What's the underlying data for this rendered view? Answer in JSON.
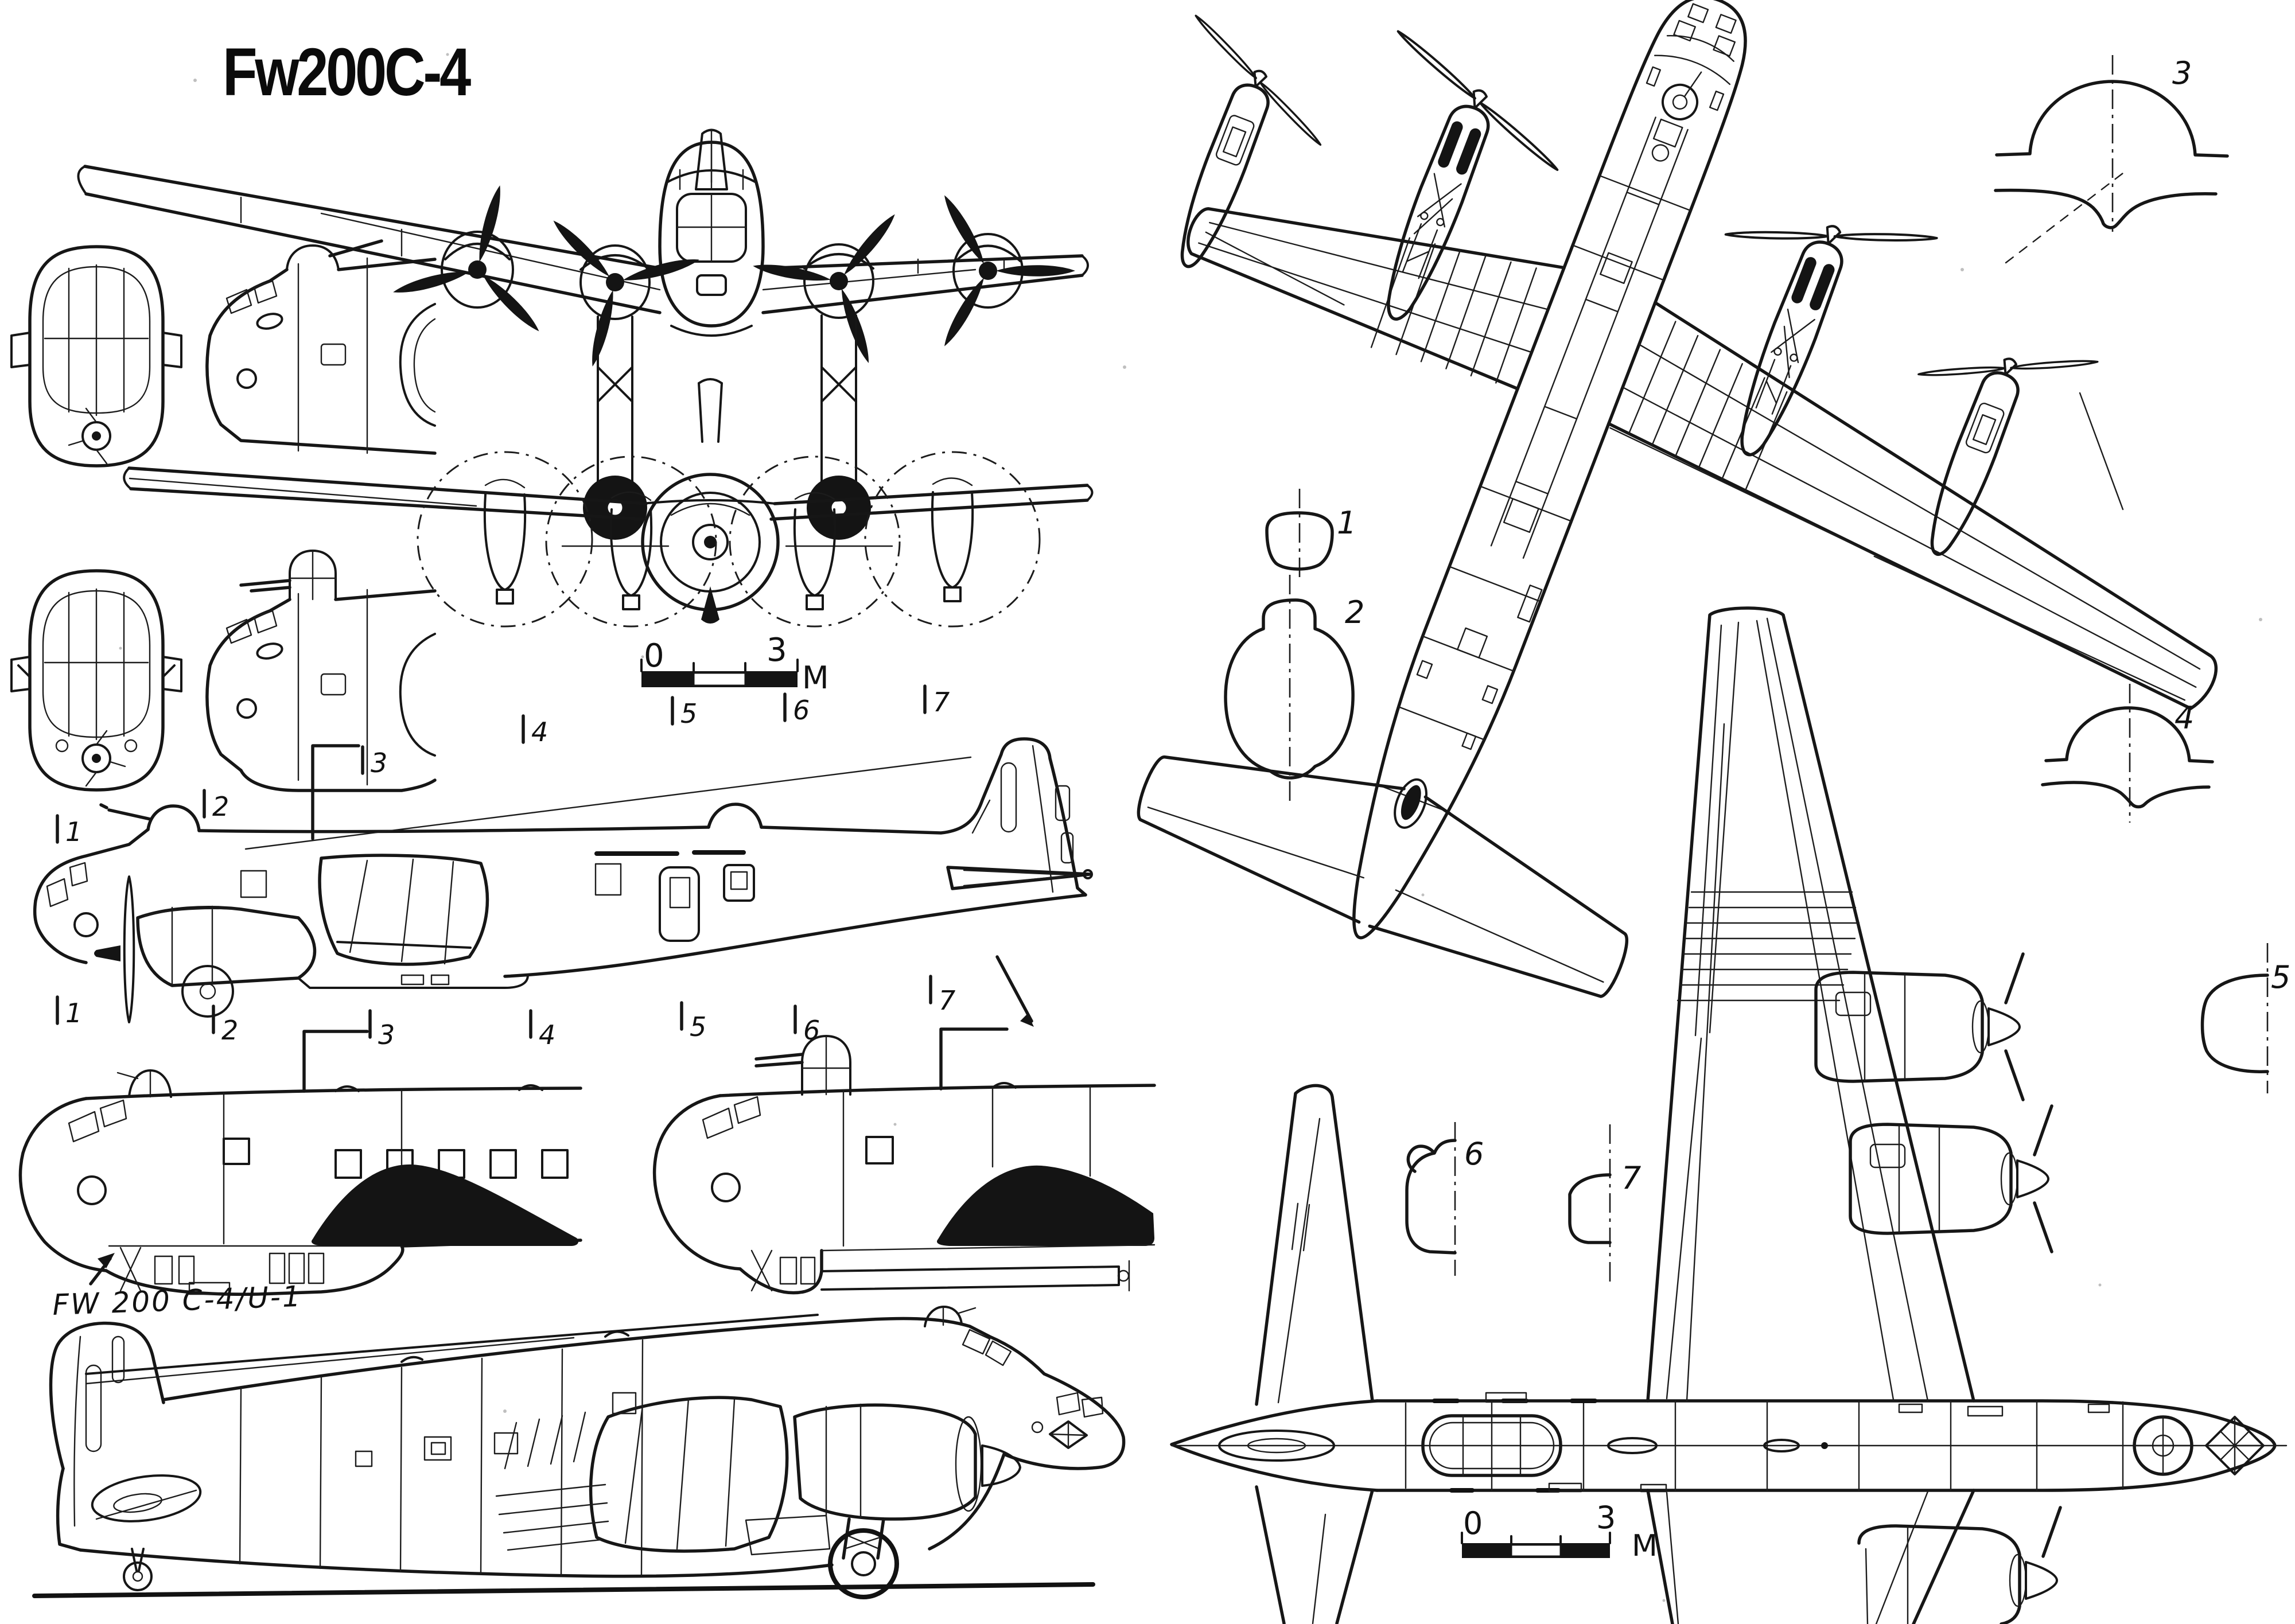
{
  "title": "Fw200C-4",
  "variant_label": "FW 200 C-4/U-1",
  "colors": {
    "ink": "#161616",
    "paper": "#ffffff",
    "solid_fill": "#141414"
  },
  "scale_bars": {
    "left": {
      "zero": "0",
      "three": "3",
      "unit": "M"
    },
    "bottom": {
      "zero": "0",
      "three": "3",
      "unit": "M"
    }
  },
  "stations": {
    "top": [
      "1",
      "2",
      "3",
      "4",
      "5",
      "6",
      "7"
    ],
    "bottom": [
      "1",
      "2",
      "3",
      "4",
      "5",
      "6",
      "7"
    ]
  },
  "sections": {
    "s1": "1",
    "s2": "2",
    "s3": "3",
    "s4": "4",
    "s5": "5",
    "s6": "6",
    "s7": "7"
  }
}
